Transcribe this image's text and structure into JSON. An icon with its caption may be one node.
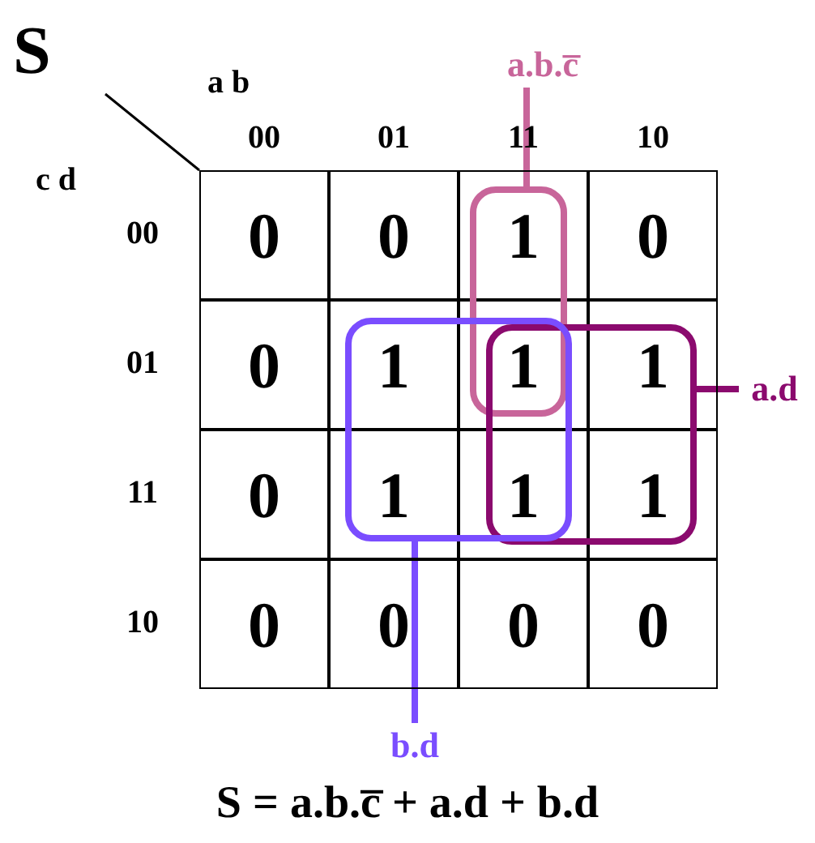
{
  "diagram": {
    "title": "S",
    "caption": "S = a.b.c̅ + a.d + b.d",
    "nodes": [
      {
        "text": [
          "a.b.c̅"
        ]
      },
      {
        "text": [],
        "shape": "box"
      },
      {
        "text": [],
        "shape": "box"
      },
      {
        "text": [
          "a.d"
        ]
      },
      {
        "text": [],
        "shape": "box"
      },
      {
        "text": [
          "b.d"
        ]
      }
    ],
    "edges": [
      {
        "from": 0,
        "to": 1,
        "arrow": "none",
        "color": "#c8659a"
      },
      {
        "from": 2,
        "to": 3,
        "arrow": "none",
        "color": "#8b0a6e"
      },
      {
        "from": 4,
        "to": 5,
        "arrow": "none",
        "color": "#7a4dff"
      }
    ],
    "labels": [
      "a b",
      "00",
      "01",
      "11",
      "10",
      "c d",
      "00",
      "0",
      "0",
      "1",
      "0",
      "01",
      "0",
      "1",
      "1",
      "1",
      "11",
      "0",
      "1",
      "1",
      "1",
      "10",
      "0",
      "0",
      "0",
      "0"
    ]
  }
}
